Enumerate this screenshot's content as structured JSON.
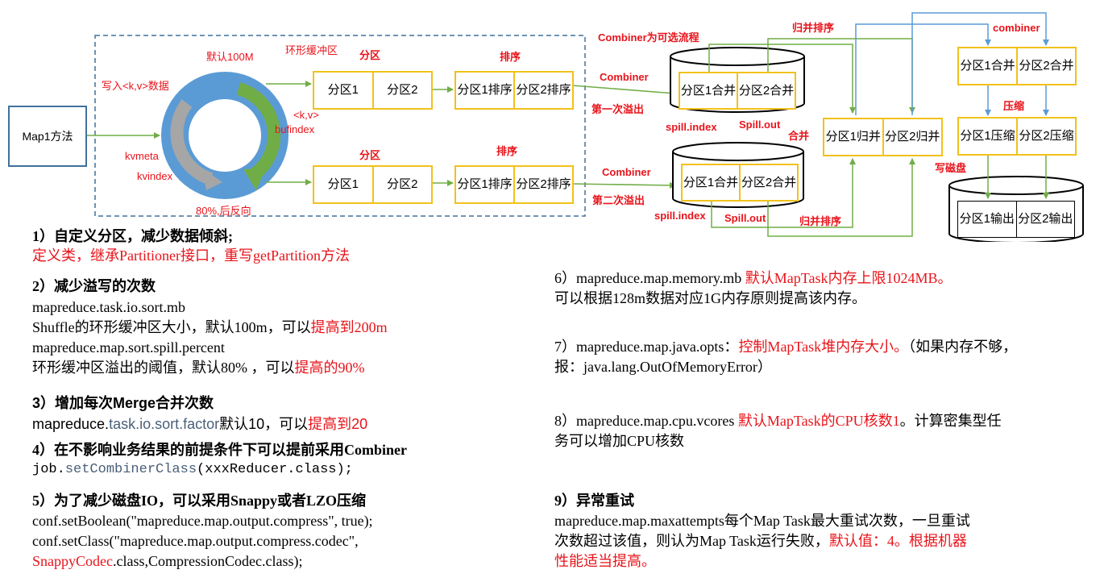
{
  "diagram": {
    "map_method": "Map1方法",
    "write_kv": "写入<k,v>数据",
    "default_100m": "默认100M",
    "ring_buffer": "环形缓冲区",
    "kv_label": "<k,v>",
    "bufindex": "bufindex",
    "kvmeta": "kvmeta",
    "kvindex": "kvindex",
    "reverse_80": "80%,后反向",
    "partition_label": "分区",
    "sort_label": "排序",
    "partition1": "分区1",
    "partition2": "分区2",
    "sort_p1": [
      "分区1",
      "排序"
    ],
    "sort_p2": [
      "分区2",
      "排序"
    ],
    "combiner_optional": "Combiner为可选流程",
    "combiner": "Combiner",
    "first_spill": "第一次溢出",
    "second_spill": "第二次溢出",
    "merge_p1": [
      "分区1",
      "合并"
    ],
    "merge_p2": [
      "分区2",
      "合并"
    ],
    "spill_index": "spill.index",
    "spill_out": "Spill.out",
    "merge_sort": "归并排序",
    "merge": "合并",
    "guibing_p1": [
      "分区1",
      "归并"
    ],
    "guibing_p2": [
      "分区2",
      "归并"
    ],
    "combiner_lower": "combiner",
    "compress": "压缩",
    "compress_p1": [
      "分区1",
      "压缩"
    ],
    "compress_p2": [
      "分区2",
      "压缩"
    ],
    "write_disk": "写磁盘",
    "output_p1": [
      "分区1",
      "输出"
    ],
    "output_p2": [
      "分区2",
      "输出"
    ]
  },
  "tips": {
    "t1_title": "1）自定义分区，减少数据倾斜;",
    "t1_line": "定义类，继承Partitioner接口，重写getPartition方法",
    "t2_title": "2）减少溢写的次数",
    "t2_l1": "mapreduce.task.io.sort.mb",
    "t2_l2a": "Shuffle的环形缓冲区大小，默认100m，可以",
    "t2_l2b": "提高到200m",
    "t2_l3": "mapreduce.map.sort.spill.percent",
    "t2_l4a": "环形缓冲区溢出的阈值，默认80% ，可以",
    "t2_l4b": "提高的90%",
    "t3_title": "3）增加每次Merge合并次数",
    "t3_a": "mapreduce.",
    "t3_b": "task.io.sort.factor",
    "t3_c": "默认10，可以",
    "t3_d": "提高到20",
    "t4_title": "4）在不影响业务结果的前提条件下可以提前采用Combiner",
    "t4_a": "job.",
    "t4_b": "setCombinerClass",
    "t4_c": "(xxxReducer.class);",
    "t5_title": "5）为了减少磁盘IO，可以采用Snappy或者LZO压缩",
    "t5_l1": "conf.setBoolean(\"mapreduce.map.output.compress\", true);",
    "t5_l2": "conf.setClass(\"mapreduce.map.output.compress.codec\",",
    "t5_l3a": "SnappyCodec",
    "t5_l3b": ".class,CompressionCodec.class);",
    "t6_a": "6）mapreduce.map.memory.mb ",
    "t6_b": "默认MapTask内存上限1024MB。",
    "t6_l2": "可以根据128m数据对应1G内存原则提高该内存。",
    "t7_a": "7）mapreduce.map.java.opts：",
    "t7_b": "控制MapTask堆内存大小。",
    "t7_c": "（如果内存不够，",
    "t7_l2": "报：java.lang.OutOfMemoryError）",
    "t8_a": "8）mapreduce.map.cpu.vcores ",
    "t8_b": "默认MapTask的CPU核数1",
    "t8_c": "。计算密集型任",
    "t8_l2": "务可以增加CPU核数",
    "t9_title": "9）异常重试",
    "t9_l1": "mapreduce.map.maxattempts每个Map Task最大重试次数，一旦重试",
    "t9_l2a": "次数超过该值，则认为Map Task运行失败，",
    "t9_l2b": "默认值：4。根据机器",
    "t9_l3": "性能适当提高。"
  },
  "colors": {
    "red": "#e8141b",
    "yellow_border": "#f2c11b",
    "green_arrow": "#70ad47",
    "blue_line": "#5b9bd5",
    "dashed_border": "#41719c",
    "ring_blue": "#5b9bd5",
    "gray_arrow": "#a6a6a6",
    "map_box_border": "#41719c"
  }
}
